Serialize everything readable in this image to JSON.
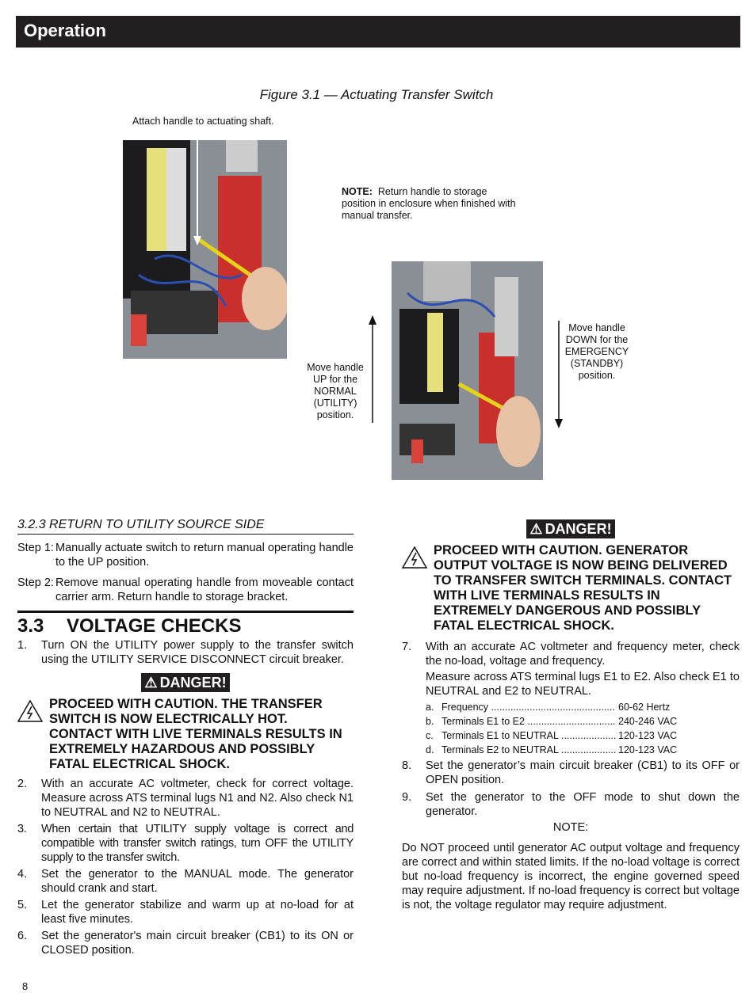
{
  "header": {
    "title": "Operation"
  },
  "figure": {
    "caption": "Figure 3.1 — Actuating Transfer Switch",
    "attach_label": "Attach handle to actuating shaft.",
    "note_label": "NOTE:",
    "note_text": "Return handle to storage position in enclosure when finished with manual transfer.",
    "up_label": "Move handle UP for the NORMAL (UTILITY) position.",
    "down_label": "Move handle DOWN for the EMERGENCY (STANDBY) position."
  },
  "left": {
    "section_323": "3.2.3   RETURN TO UTILITY SOURCE SIDE",
    "steps": [
      {
        "label": "Step 1:",
        "text": "Manually actuate switch to return manual operating handle to the UP position."
      },
      {
        "label": "Step 2:",
        "text": "Remove manual operating handle from moveable contact carrier arm. Return handle to storage bracket."
      }
    ],
    "section_33_num": "3.3",
    "section_33_title": "VOLTAGE CHECKS",
    "item1": {
      "n": "1.",
      "text": "Turn ON the UTILITY power supply to the transfer switch using the UTILITY SERVICE DISCONNECT circuit breaker."
    },
    "danger_label": "DANGER!",
    "danger_text": "PROCEED WITH CAUTION. THE TRANSFER SWITCH IS NOW ELECTRICALLY HOT. CONTACT WITH LIVE TERMINALS RESULTS IN EXTREMELY HAZARDOUS AND POSSIBLY FATAL ELECTRICAL SHOCK.",
    "items": [
      {
        "n": "2.",
        "text": "With an accurate AC voltmeter, check for correct voltage. Measure across ATS terminal lugs N1 and N2. Also check N1 to NEUTRAL and N2 to NEUTRAL."
      },
      {
        "n": "3.",
        "text": "When certain that UTILITY supply voltage is correct and compatible with transfer switch ratings, turn OFF the UTILITY supply to the transfer switch."
      },
      {
        "n": "4.",
        "text": "Set the generator to the MANUAL mode. The generator should crank and start."
      },
      {
        "n": "5.",
        "text": "Let the generator stabilize and warm up at no-load for at least five minutes."
      },
      {
        "n": "6.",
        "text": "Set the generator's main circuit breaker (CB1) to its ON or CLOSED position."
      }
    ]
  },
  "right": {
    "danger_label": "DANGER!",
    "danger_text": "PROCEED WITH CAUTION. GENERATOR OUTPUT VOLTAGE IS NOW BEING DELIVERED TO TRANSFER SWITCH TERMINALS. CONTACT WITH LIVE TERMINALS RESULTS IN EXTREMELY DANGEROUS AND POSSIBLY FATAL ELECTRICAL SHOCK.",
    "item7": {
      "n": "7.",
      "text": "With an accurate AC voltmeter and frequency meter, check the no-load, voltage and frequency."
    },
    "item7_measure": "Measure across ATS terminal lugs E1 to E2. Also check E1 to NEUTRAL and E2 to NEUTRAL.",
    "subitems": [
      {
        "l": "a.",
        "d": "Frequency",
        "v": "60-62 Hertz"
      },
      {
        "l": "b.",
        "d": "Terminals E1 to E2",
        "v": "240-246 VAC"
      },
      {
        "l": "c.",
        "d": "Terminals E1 to NEUTRAL",
        "v": "120-123 VAC"
      },
      {
        "l": "d.",
        "d": "Terminals E2 to NEUTRAL",
        "v": "120-123 VAC"
      }
    ],
    "items": [
      {
        "n": "8.",
        "text": "Set the generator’s main circuit breaker (CB1) to its OFF or OPEN position."
      },
      {
        "n": "9.",
        "text": "Set the generator to the OFF mode to shut down the generator."
      }
    ],
    "note_title": "NOTE:",
    "note_text": "Do NOT proceed until generator AC output voltage and frequency are correct and within stated limits. If the no-load voltage is correct but no-load frequency is incorrect, the engine governed speed may require adjustment. If no-load frequency is correct but voltage is not, the voltage regulator may require adjustment."
  },
  "page_number": "8"
}
